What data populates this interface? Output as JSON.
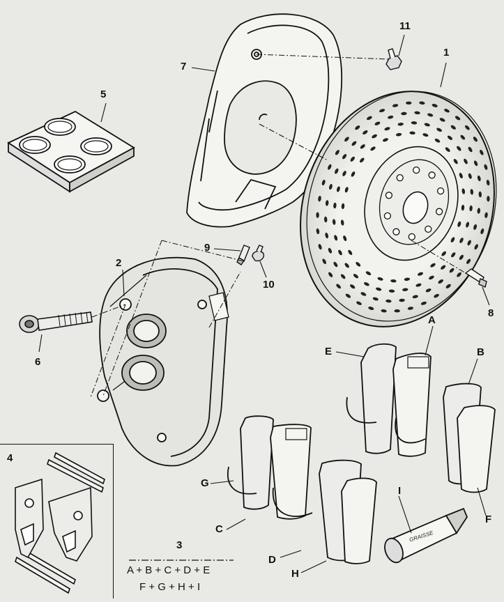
{
  "callouts": {
    "c1": "1",
    "c2": "2",
    "c3": "3",
    "c4": "4",
    "c5": "5",
    "c6": "6",
    "c7": "7",
    "c8": "8",
    "c9": "9",
    "c10": "10",
    "c11": "11",
    "cA": "A",
    "cB": "B",
    "cC": "C",
    "cD": "D",
    "cE": "E",
    "cF": "F",
    "cG": "G",
    "cH": "H",
    "cI": "I"
  },
  "formula": {
    "line1": "A + B + C + D + E",
    "line2": "F + G + H + I"
  },
  "grease_tube_label": "GRAISSE",
  "colors": {
    "ink": "#111111",
    "paper": "#e9e9e6"
  }
}
